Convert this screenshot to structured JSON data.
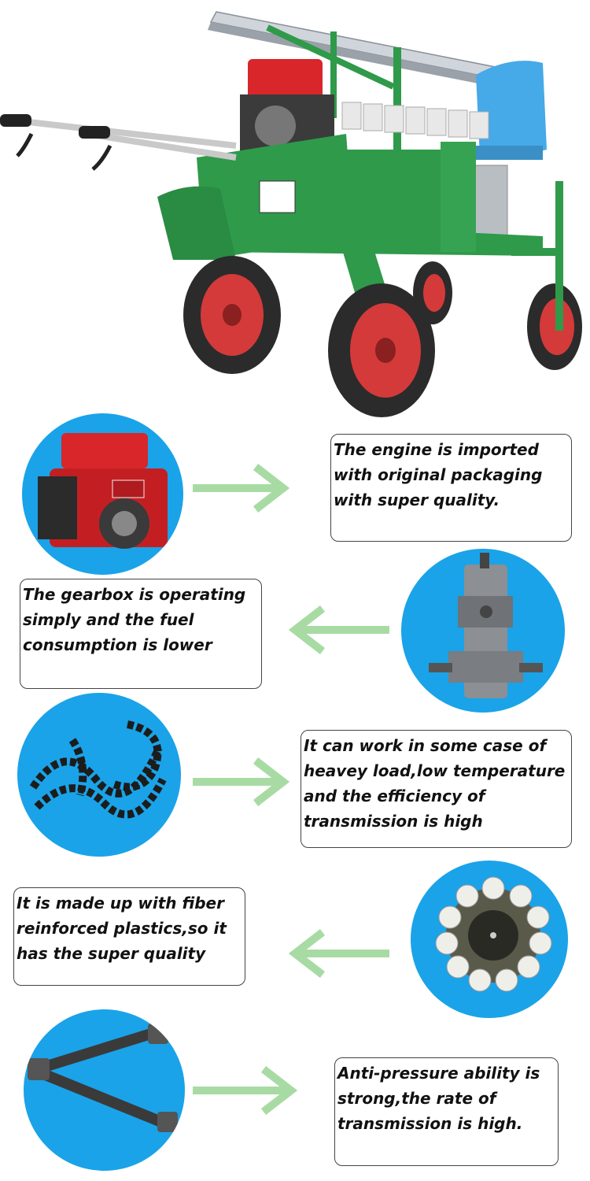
{
  "hero": {
    "description_icon": "vegetable-transplanter-machine"
  },
  "colors": {
    "circle_blue": "#1aa3e8",
    "arrow_green": "#a8dba3",
    "machine_green": "#2f9a4a",
    "engine_red": "#d8262a",
    "wheel_red": "#d43a3a",
    "seat_blue": "#46a9e8"
  },
  "features": [
    {
      "icon": "engine-icon",
      "arrow": "right",
      "lines": [
        "The engine is imported",
        "with original packaging",
        "with super quality."
      ]
    },
    {
      "icon": "gearbox-icon",
      "arrow": "left",
      "lines": [
        "The gearbox is operating",
        "simply and the fuel",
        "consumption is lower"
      ]
    },
    {
      "icon": "chain-icon",
      "arrow": "right",
      "lines": [
        "It can work in some case of",
        "heavey load,low temperature",
        "and the efficiency of",
        "transmission is high"
      ]
    },
    {
      "icon": "seedling-cup-wheel-icon",
      "arrow": "left",
      "lines": [
        "It is made up with fiber",
        "reinforced plastics,so it",
        "has the super quality"
      ]
    },
    {
      "icon": "drive-shaft-icon",
      "arrow": "right",
      "lines": [
        "Anti-pressure ability is",
        "strong,the rate of",
        "transmission is high."
      ]
    }
  ]
}
